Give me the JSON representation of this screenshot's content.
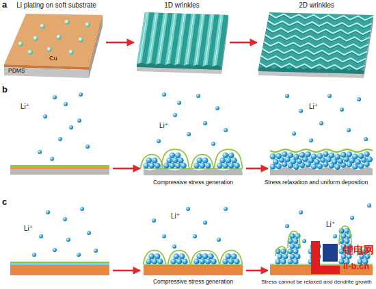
{
  "diagram": {
    "nodes": [
      {
        "text": [
          "Li plating on soft substrate",
          "Cu",
          "PDMS"
        ]
      },
      {
        "text": [
          "1D wrinkles"
        ]
      },
      {
        "text": [
          "2D wrinkles"
        ]
      },
      {
        "text": [
          "Li⁺"
        ]
      },
      {
        "text": [
          "Li⁺"
        ]
      },
      {
        "text": [
          "Li⁺"
        ]
      },
      {
        "text": [
          "Li⁺"
        ]
      },
      {
        "text": [
          "Li⁺"
        ]
      },
      {
        "text": [
          "Li⁺"
        ]
      }
    ],
    "edges": [
      {
        "from": 0,
        "to": 1,
        "arrow": "to"
      },
      {
        "from": 1,
        "to": 2,
        "arrow": "to"
      },
      {
        "from": 3,
        "to": 4,
        "arrow": "to",
        "label": "Compressive stress generation"
      },
      {
        "from": 4,
        "to": 5,
        "arrow": "to",
        "label": "Stress relaxation and uniform deposition"
      },
      {
        "from": 6,
        "to": 7,
        "arrow": "to",
        "label": "Compressive stress generation"
      },
      {
        "from": 7,
        "to": 8,
        "arrow": "to",
        "label": "Stress cannot be relaxed and dendrite growth"
      }
    ],
    "labels": [
      "a",
      "b",
      "c",
      "锂电网",
      "li-b.cn"
    ]
  }
}
